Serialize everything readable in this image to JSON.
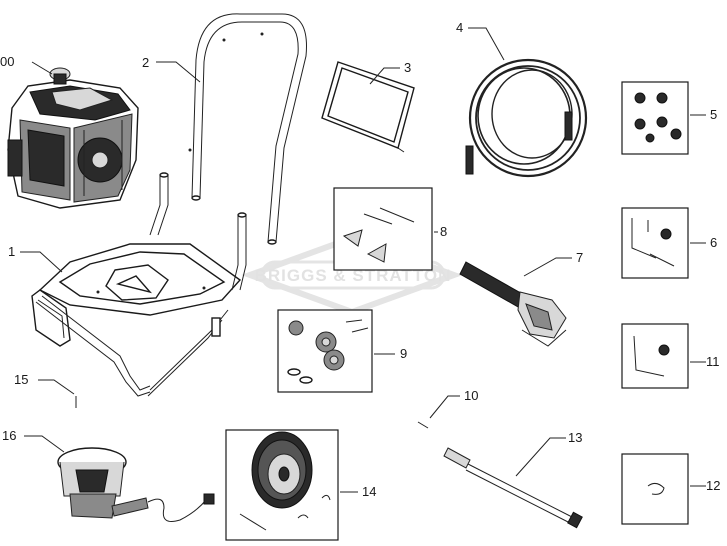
{
  "callouts": {
    "c00": "00",
    "c1": "1",
    "c2": "2",
    "c3": "3",
    "c4": "4",
    "c5": "5",
    "c6": "6",
    "c7": "7",
    "c8": "8",
    "c9": "9",
    "c10": "10",
    "c11": "11",
    "c12": "12",
    "c13": "13",
    "c14": "14",
    "c15": "15",
    "c16": "16"
  },
  "watermark": "BRIGGS & STRATTON",
  "colors": {
    "ink": "#1a1a1a",
    "watermark": "#e6e6e6"
  }
}
